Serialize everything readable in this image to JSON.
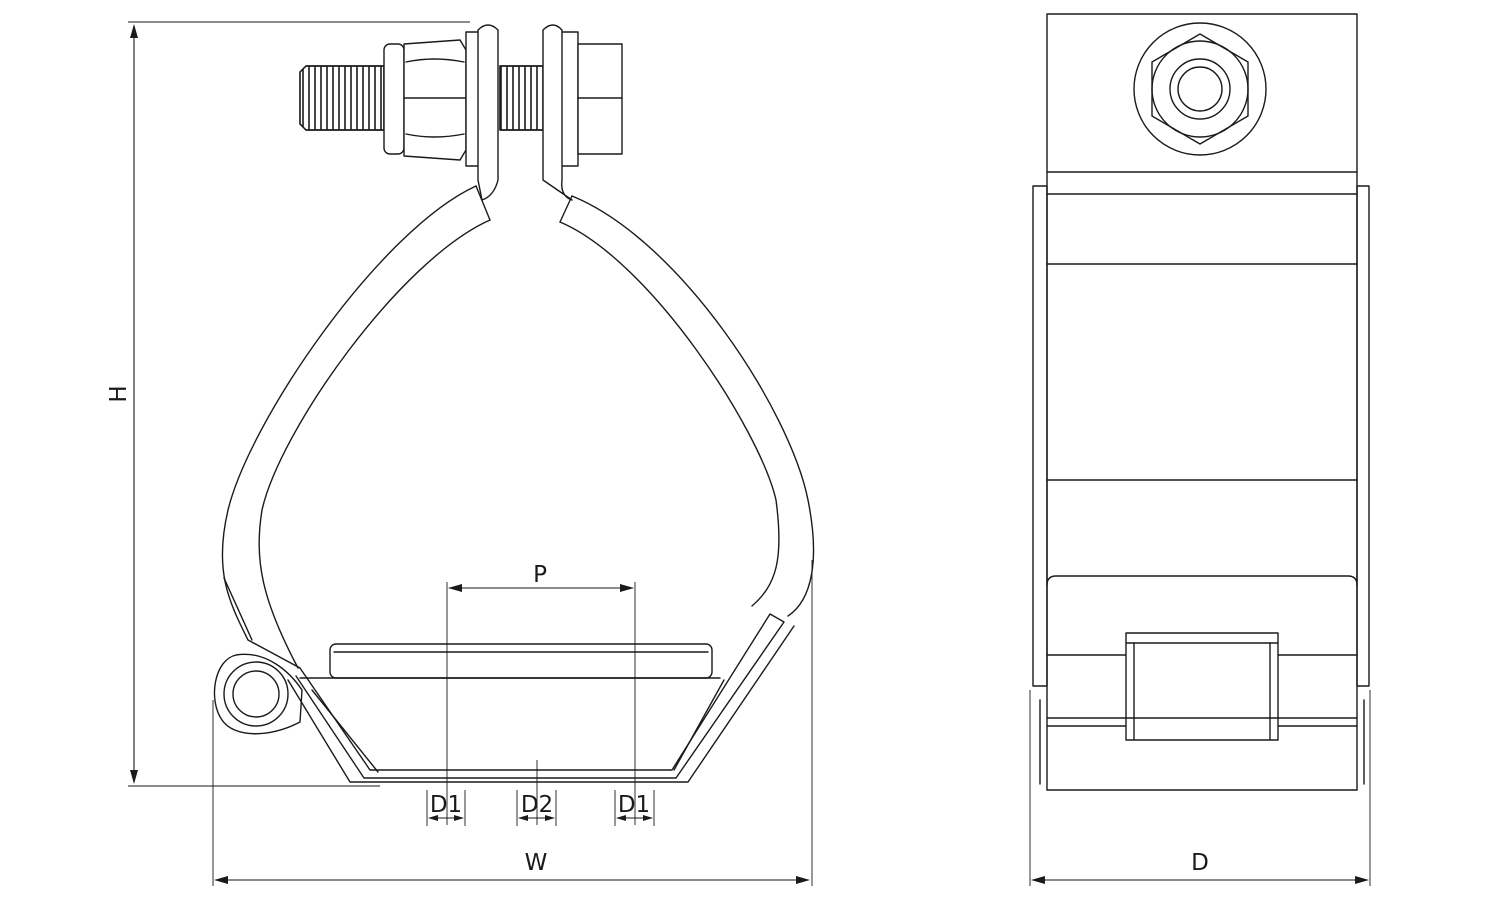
{
  "labels": {
    "height": "H",
    "width": "W",
    "depth": "D",
    "pitch": "P",
    "d1_left": "D1",
    "d2": "D2",
    "d1_right": "D1"
  }
}
